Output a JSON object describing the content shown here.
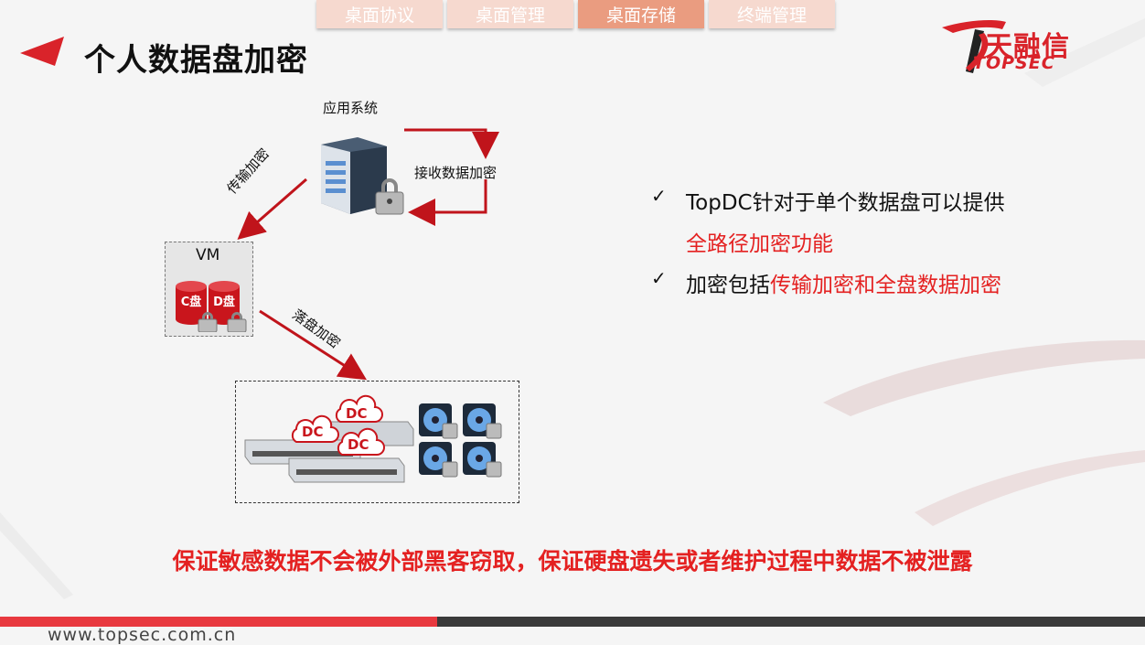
{
  "tabs": [
    {
      "label": "桌面协议",
      "active": false
    },
    {
      "label": "桌面管理",
      "active": false
    },
    {
      "label": "桌面存储",
      "active": true
    },
    {
      "label": "终端管理",
      "active": false
    }
  ],
  "page_title": "个人数据盘加密",
  "logo": {
    "cn": "天融信",
    "en": "TOPSEC"
  },
  "diagram": {
    "app_system_label": "应用系统",
    "receive_encrypt_label": "接收数据加密",
    "transfer_encrypt_label": "传输加密",
    "vm_label": "VM",
    "disk_c_label": "C盘",
    "disk_d_label": "D盘",
    "storage_encrypt_label": "落盘加密",
    "dc_label": "DC"
  },
  "bullets": [
    {
      "check": "✓",
      "text": "TopDC针对于单个数据盘可以提供",
      "text2": "全路径加密功能"
    },
    {
      "check": "✓",
      "text": "加密包括",
      "highlight": "传输加密和全盘数据加密"
    }
  ],
  "slogan": "保证敏感数据不会被外部黑客窃取，保证硬盘遗失或者维护过程中数据不被泄露",
  "footer_url": "www.topsec.com.cn",
  "colors": {
    "accent": "#e42121",
    "tab_bg": "#f6d9cf",
    "tab_active": "#ea9c80",
    "arrow": "#c0141b"
  }
}
